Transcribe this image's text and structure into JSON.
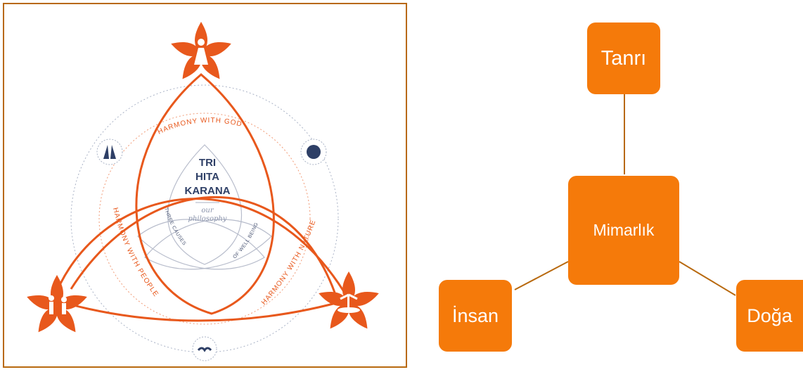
{
  "left_diagram": {
    "center_title": [
      "TRI",
      "HITA",
      "KARANA"
    ],
    "center_subtitle": [
      "our",
      "philosophy"
    ],
    "inner_labels": {
      "left": "THREE CAUSES",
      "right": "OF WELL BEING"
    },
    "arc_labels": {
      "top": "HARMONY WITH GOD",
      "left": "HARMONY WITH PEOPLE",
      "right": "HARMONY WITH NATURE"
    },
    "icons": [
      "temple-gate-icon",
      "sun-icon",
      "birds-icon",
      "praying-figure-icon",
      "people-icon",
      "island-icon"
    ],
    "colors": {
      "orange": "#e8581c",
      "navy": "#2e3f66",
      "border": "#b8690f"
    }
  },
  "right_diagram": {
    "center": "Mimarlık",
    "nodes": {
      "top": "Tanrı",
      "left": "İnsan",
      "right": "Doğa"
    },
    "colors": {
      "node": "#f57a0a",
      "connector": "#b8690f",
      "text": "#ffffff"
    }
  }
}
